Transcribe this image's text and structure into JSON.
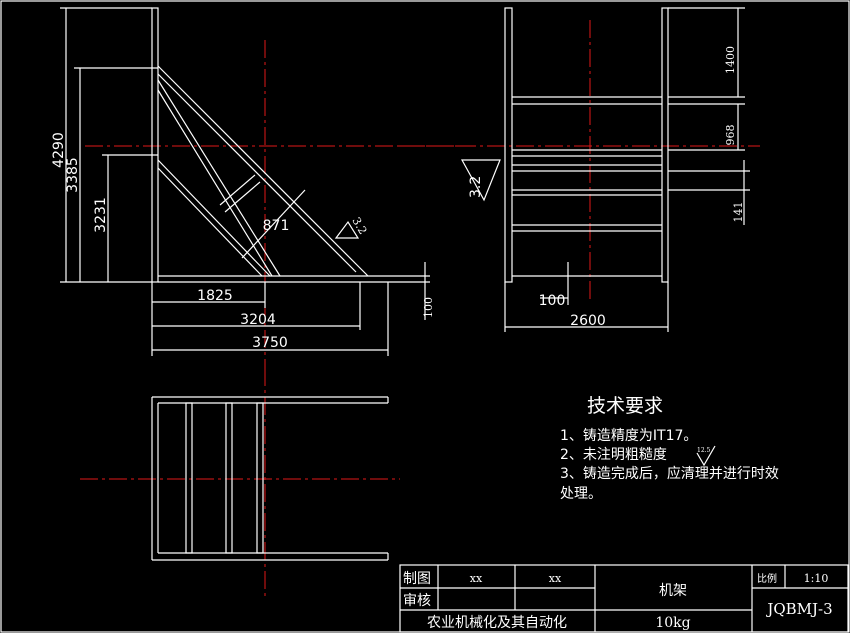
{
  "colors": {
    "background": "#000000",
    "lines": "#ffffff",
    "centerlines": "#e01818"
  },
  "front_view": {
    "dims": {
      "h4290": "4290",
      "h3385": "3385",
      "h3231": "3231",
      "d871": "871",
      "w1825": "1825",
      "w3204": "3204",
      "w3750": "3750",
      "t100": "100"
    },
    "roughness": "3.2"
  },
  "side_view": {
    "dims": {
      "h1400": "1400",
      "h968": "968",
      "h141": "141",
      "t100": "100",
      "w2600": "2600"
    },
    "roughness": "3.2"
  },
  "notes": {
    "title": "技术要求",
    "lines": [
      "1、铸造精度为IT17。",
      "2、未注明粗糙度",
      "3、铸造完成后，应清理并进行时效",
      "处理。"
    ],
    "roughness_symbol": "12.5"
  },
  "title_block": {
    "drawn_label": "制图",
    "drawn_by": "xx",
    "drawn_date": "xx",
    "checked_label": "审核",
    "part_name": "机架",
    "scale_label": "比例",
    "scale": "1:10",
    "org": "农业机械化及其自动化",
    "weight": "10kg",
    "drawing_no": "JQBMJ-3"
  }
}
